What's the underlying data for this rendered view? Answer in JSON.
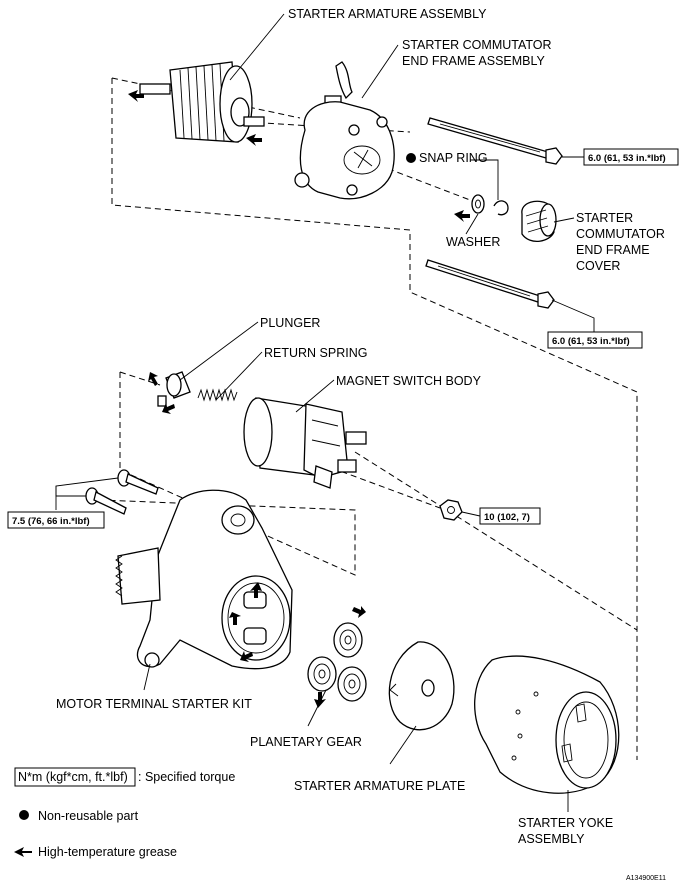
{
  "labels": {
    "armature": "STARTER ARMATURE ASSEMBLY",
    "comm_end_frame_1": "STARTER COMMUTATOR",
    "comm_end_frame_2": "END FRAME ASSEMBLY",
    "snap_ring": "SNAP RING",
    "washer": "WASHER",
    "cover_1": "STARTER",
    "cover_2": "COMMUTATOR",
    "cover_3": "END FRAME",
    "cover_4": "COVER",
    "plunger": "PLUNGER",
    "return_spring": "RETURN SPRING",
    "magnet_switch": "MAGNET SWITCH BODY",
    "motor_terminal": "MOTOR TERMINAL STARTER KIT",
    "planetary_gear": "PLANETARY GEAR",
    "armature_plate": "STARTER ARMATURE PLATE",
    "yoke_1": "STARTER YOKE",
    "yoke_2": "ASSEMBLY"
  },
  "torques": {
    "through_bolt_upper": "6.0 (61, 53 in.*lbf)",
    "through_bolt_lower": "6.0 (61, 53 in.*lbf)",
    "terminal_nut": "10 (102, 7)",
    "switch_bolts": "7.5 (76, 66 in.*lbf)"
  },
  "legend": {
    "torque_box": "N*m (kgf*cm, ft.*lbf)",
    "torque_text": ": Specified torque",
    "nonreusable": "Non-reusable part",
    "grease": "High-temperature grease"
  },
  "figure_id": "A134900E11"
}
